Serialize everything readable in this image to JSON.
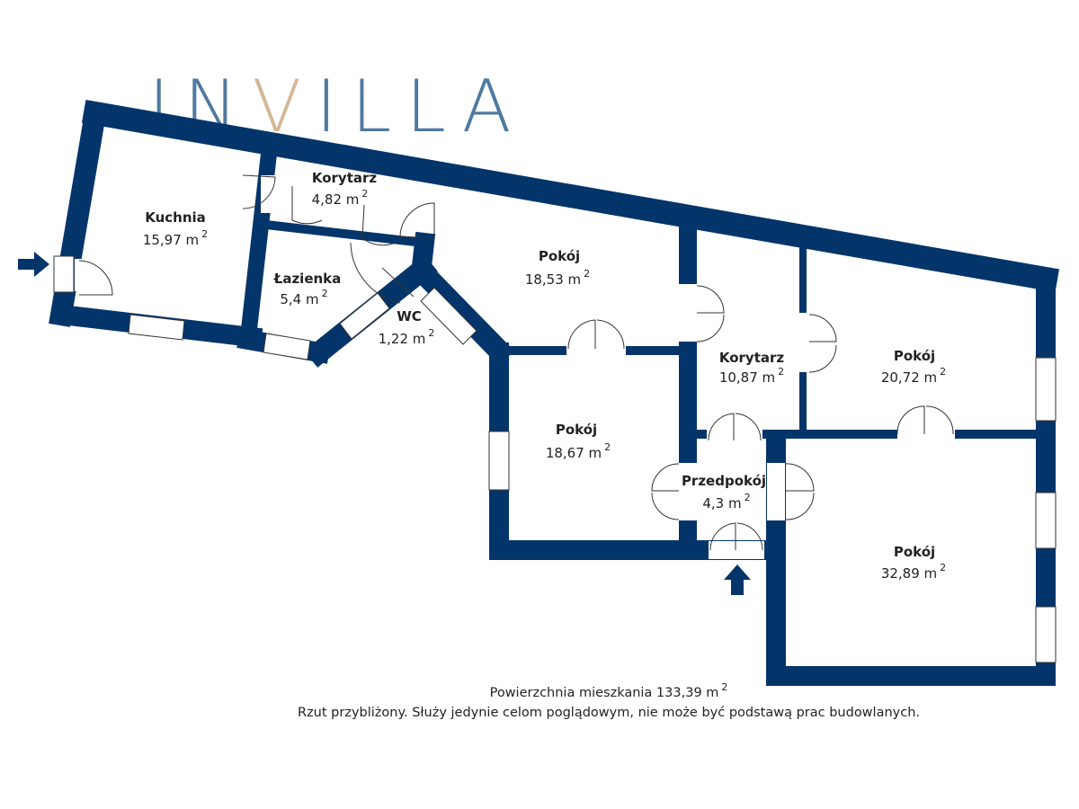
{
  "logo": {
    "parts": [
      "IN",
      "V",
      "ILLA"
    ],
    "colors": {
      "main": "#4f7aa0",
      "accent": "#d4b896"
    }
  },
  "colors": {
    "wall": "#04356a"
  },
  "units": {
    "sup": "2"
  },
  "rooms": [
    {
      "name": "Kuchnia",
      "area": "15,97 m"
    },
    {
      "name": "Korytarz",
      "area": "4,82 m"
    },
    {
      "name": "Łazienka",
      "area": "5,4 m"
    },
    {
      "name": "WC",
      "area": "1,22 m"
    },
    {
      "name": "Pokój",
      "area": "18,53 m"
    },
    {
      "name": "Pokój",
      "area": "18,67 m"
    },
    {
      "name": "Korytarz",
      "area": "10,87 m"
    },
    {
      "name": "Pokój",
      "area": "20,72 m"
    },
    {
      "name": "Przedpokój",
      "area": "4,3 m"
    },
    {
      "name": "Pokój",
      "area": "32,89 m"
    }
  ],
  "footer": {
    "total_label": "Powierzchnia mieszkania 133,39 m",
    "disclaimer": "Rzut przybliżony. Służy jedynie celom poglądowym, nie może być podstawą prac budowlanych."
  },
  "icons": [
    "entry-arrow-left",
    "entry-arrow-bottom"
  ]
}
